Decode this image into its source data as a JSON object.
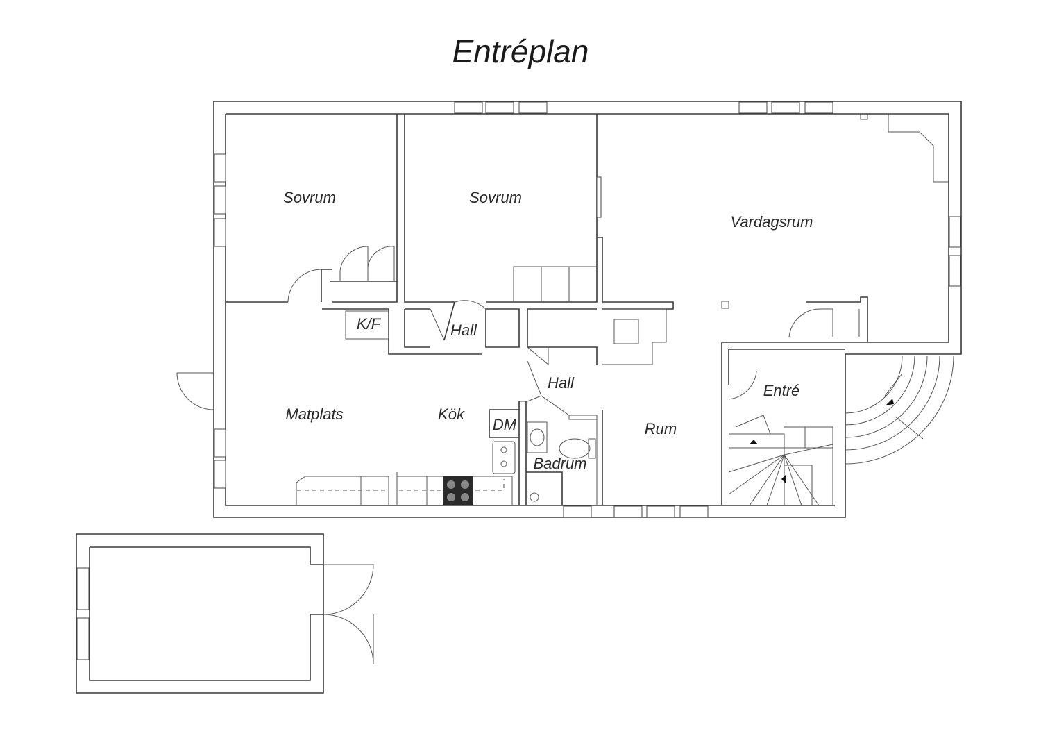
{
  "plan": {
    "title": "Entréplan",
    "rooms": {
      "sovrum_1": "Sovrum",
      "sovrum_2": "Sovrum",
      "vardagsrum": "Vardagsrum",
      "kf": "K/F",
      "hall_1": "Hall",
      "hall_2": "Hall",
      "matplats": "Matplats",
      "kok": "Kök",
      "dm": "DM",
      "badrum": "Badrum",
      "rum": "Rum",
      "entre": "Entré"
    }
  }
}
